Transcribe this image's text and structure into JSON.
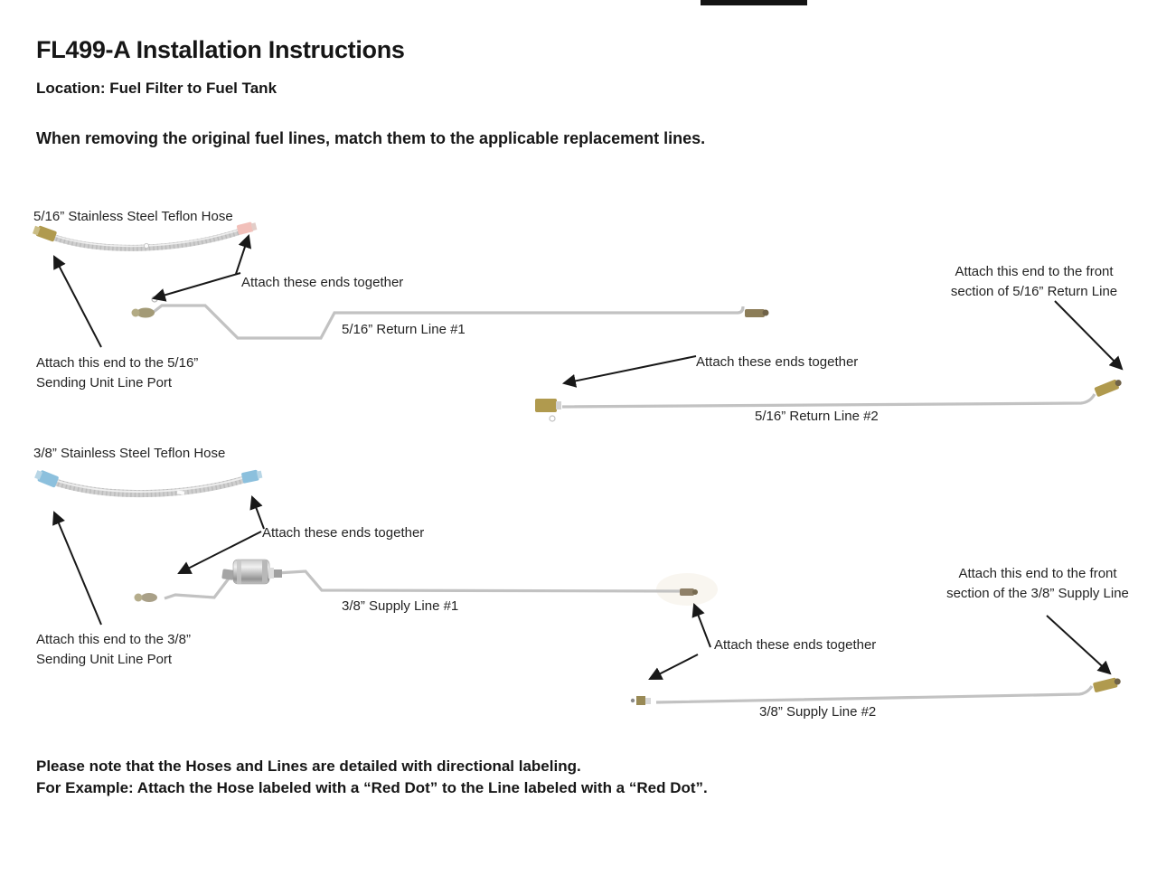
{
  "header": {
    "title": "FL499-A Installation Instructions",
    "location": "Location: Fuel Filter to Fuel Tank",
    "intro": "When removing the original fuel lines, match them to the applicable replacement lines."
  },
  "section_516": {
    "hose_label": "5/16” Stainless Steel Teflon Hose",
    "attach_ends_a": "Attach these ends together",
    "attach_ends_b": "Attach these ends together",
    "line1_label": "5/16” Return Line #1",
    "line2_label": "5/16” Return Line #2",
    "sending_note_l1": "Attach this end to the 5/16”",
    "sending_note_l2": "Sending Unit Line Port",
    "front_note_l1": "Attach this end to the front",
    "front_note_l2": "section of 5/16” Return Line"
  },
  "section_38": {
    "hose_label": "3/8” Stainless Steel Teflon Hose",
    "attach_ends_a": "Attach these ends together",
    "attach_ends_b": "Attach these ends together",
    "line1_label": "3/8” Supply Line #1",
    "line2_label": "3/8” Supply Line #2",
    "sending_note_l1": "Attach this end to the 3/8”",
    "sending_note_l2": "Sending Unit Line Port",
    "front_note_l1": "Attach this end to the front",
    "front_note_l2": "section of the 3/8” Supply Line"
  },
  "footer": {
    "note_l1": "Please note that the Hoses and Lines are detailed with directional labeling.",
    "note_l2": "For Example: Attach the Hose labeled with a “Red Dot” to the Line labeled with a “Red Dot”."
  },
  "colors": {
    "top_bar": "#141414",
    "steel_line": "#c2c2c2",
    "hose_braid": "#cfcfcf",
    "brass_fitting": "#b09a4e",
    "red_dot_fitting": "#f2c0ba",
    "blue_dot_fitting": "#8cc0dd"
  }
}
